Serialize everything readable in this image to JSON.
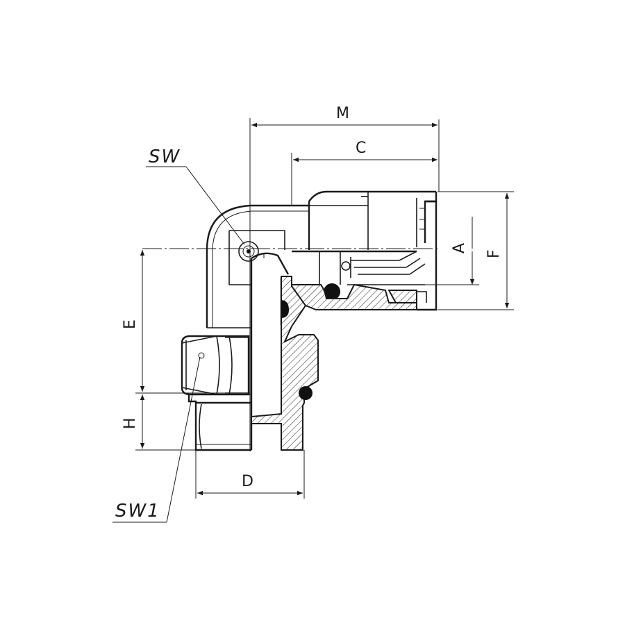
{
  "dimensions": {
    "M": "M",
    "C": "C",
    "A": "A",
    "F": "F",
    "E": "E",
    "H": "H",
    "D": "D"
  },
  "callouts": {
    "sw": "SW",
    "sw1": "SW1"
  }
}
